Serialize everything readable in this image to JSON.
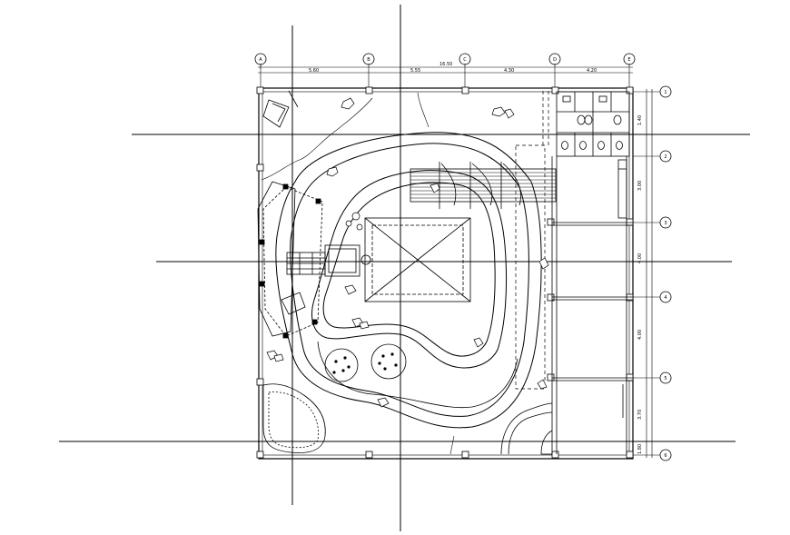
{
  "plan": {
    "dimensions_top": {
      "overall": "16.50",
      "segments": [
        "5.60",
        "5.55",
        "4.30",
        "4.20"
      ]
    },
    "dimensions_right": [
      "1.40",
      "3.00",
      "4.00",
      "4.00",
      "3.70",
      "1.80"
    ],
    "grid_bubbles_top": [
      "A",
      "B",
      "C",
      "D",
      "E"
    ],
    "grid_bubbles_right": [
      "1",
      "2",
      "3",
      "4",
      "5",
      "6"
    ],
    "colors": {
      "line": "#000000",
      "background": "#ffffff"
    },
    "icons": [
      "tree-symbol",
      "rock-symbol",
      "shrub-symbol",
      "toilet-symbol",
      "sink-symbol"
    ]
  }
}
